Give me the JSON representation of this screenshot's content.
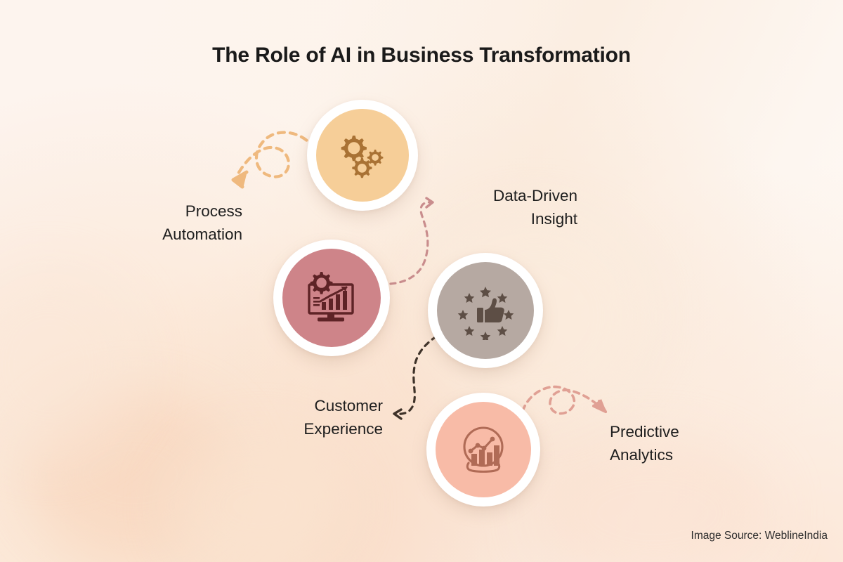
{
  "title": "The Role of AI in Business Transformation",
  "source_note": "Image Source: WeblineIndia",
  "colors": {
    "background_cream": "#FDF4EE",
    "background_peach": "#FAE4D1",
    "title_text": "#1A1A1A",
    "label_text": "#1E1E1E",
    "node_ring": "#FFFFFF"
  },
  "nodes": [
    {
      "id": "process-automation",
      "label": "Process\nAutomation",
      "icon": "gears-icon",
      "disc_color": "#F6CE98",
      "icon_color": "#A97234"
    },
    {
      "id": "data-driven-insight",
      "label": "Data-Driven\nInsight",
      "icon": "monitor-analytics-gear-icon",
      "disc_color": "#CE8489",
      "icon_color": "#5E2326"
    },
    {
      "id": "customer-experience",
      "label": "Customer\nExperience",
      "icon": "thumbs-up-stars-icon",
      "disc_color": "#B6A9A2",
      "icon_color": "#5D4E45"
    },
    {
      "id": "predictive-analytics",
      "label": "Predictive\nAnalytics",
      "icon": "crystal-ball-chart-icon",
      "disc_color": "#F8BBA7",
      "icon_color": "#B06B56"
    }
  ],
  "arrows": [
    {
      "id": "arrow-to-process",
      "color": "#EFB97E",
      "direction": "down-left",
      "style": "dashed-loop"
    },
    {
      "id": "arrow-to-insight",
      "color": "#C98D8D",
      "direction": "up-right",
      "style": "dashed-s-curve"
    },
    {
      "id": "arrow-to-customer",
      "color": "#3E3229",
      "direction": "down-left",
      "style": "dashed-s-curve"
    },
    {
      "id": "arrow-to-predict",
      "color": "#E0A094",
      "direction": "down-right",
      "style": "dashed-loop"
    }
  ]
}
